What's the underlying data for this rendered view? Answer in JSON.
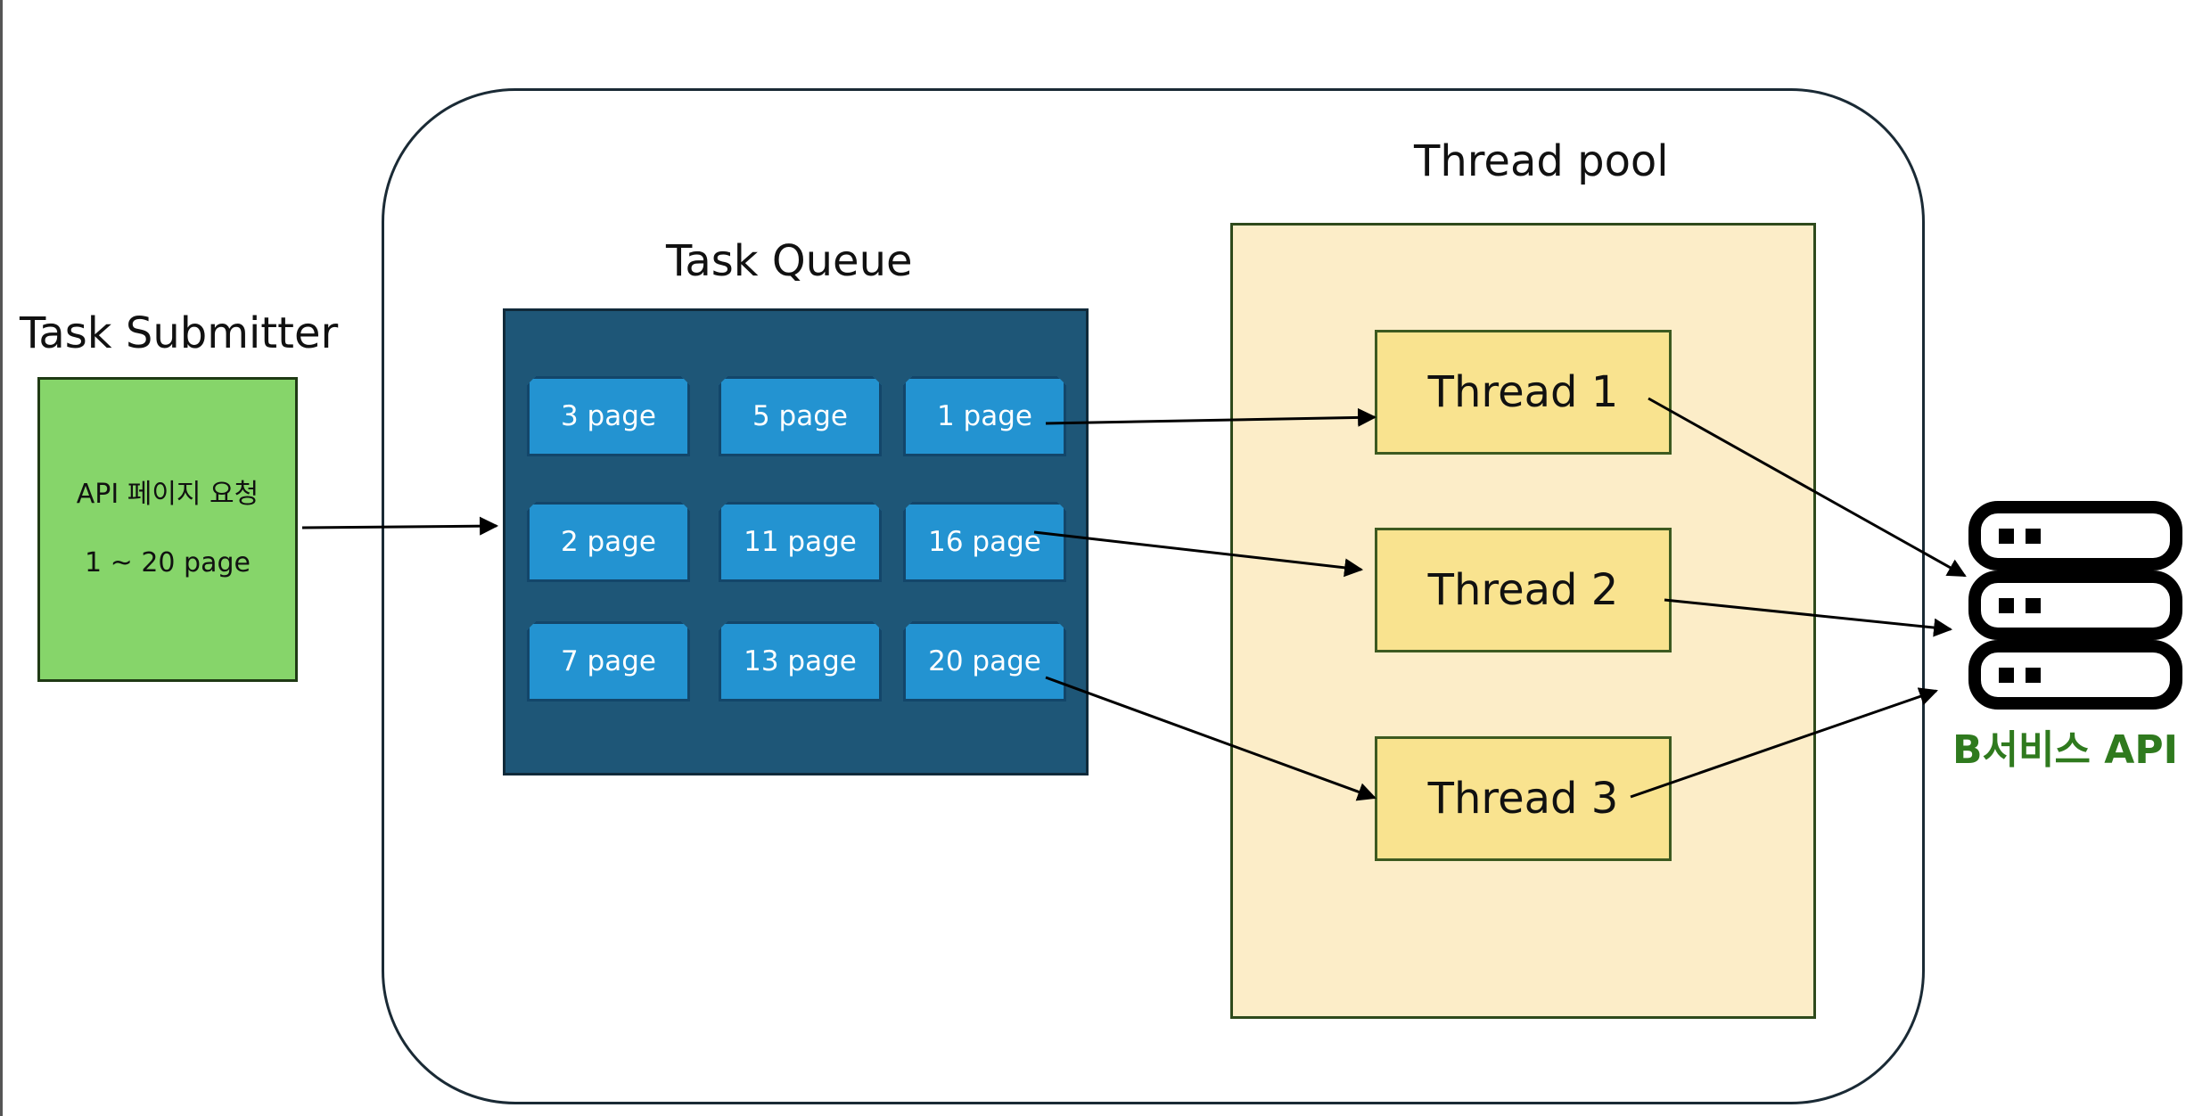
{
  "submitter": {
    "title": "Task Submitter",
    "line1": "API 페이지 요청",
    "line2": "1 ~ 20 page",
    "fill": "#86d56a"
  },
  "queue": {
    "title": "Task Queue",
    "fill": "#1e5677",
    "item_fill": "#2393d1",
    "items": [
      "3 page",
      "5 page",
      "1 page",
      "2 page",
      "11 page",
      "16 page",
      "7 page",
      "13 page",
      "20 page"
    ]
  },
  "pool": {
    "title": "Thread pool",
    "fill": "#fcedc8",
    "threads": [
      "Thread 1",
      "Thread 2",
      "Thread 3"
    ]
  },
  "service": {
    "label": "B서비스 API",
    "icon": "server-icon",
    "label_color": "#2f7a1e"
  }
}
